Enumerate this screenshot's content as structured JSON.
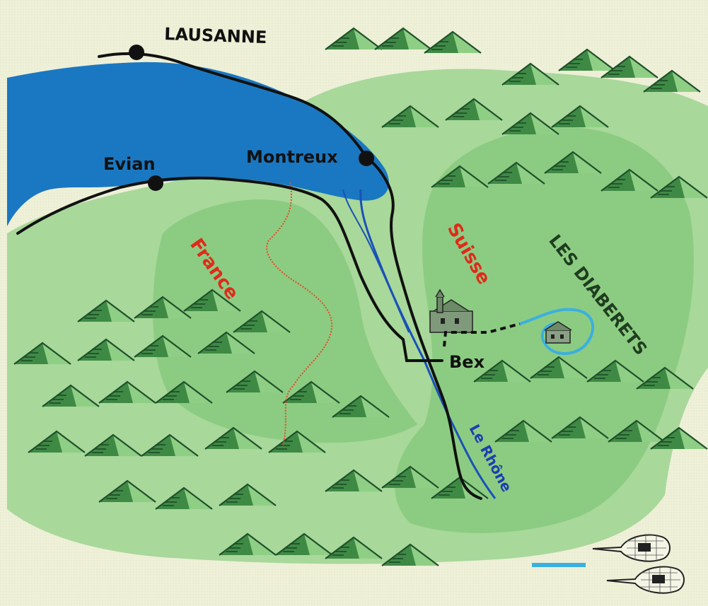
{
  "labels": {
    "lausanne": "LAUSANNE",
    "evian": "Evian",
    "montreux": "Montreux",
    "france": "France",
    "suisse": "Suisse",
    "les_diaberets": "LES DIABERETS",
    "bex": "Bex",
    "le_rhone": "Le Rhône"
  },
  "colors": {
    "background": "#eef0d8",
    "light_green": "#a8d89a",
    "mid_green": "#8ccc82",
    "lake": "#1a78c2",
    "road": "#111111",
    "border": "#e64a2a",
    "river": "#1a50b8",
    "trail_loop": "#3ab0e0",
    "mountain": "#2b6a35"
  },
  "legend": {
    "line_icon": "blue-trail-line-icon",
    "snowshoe_icon": "snowshoe-icon"
  },
  "icons": [
    "city-dot-icon",
    "mountain-icon",
    "village-icon",
    "chalet-icon",
    "snowshoe-icon"
  ]
}
